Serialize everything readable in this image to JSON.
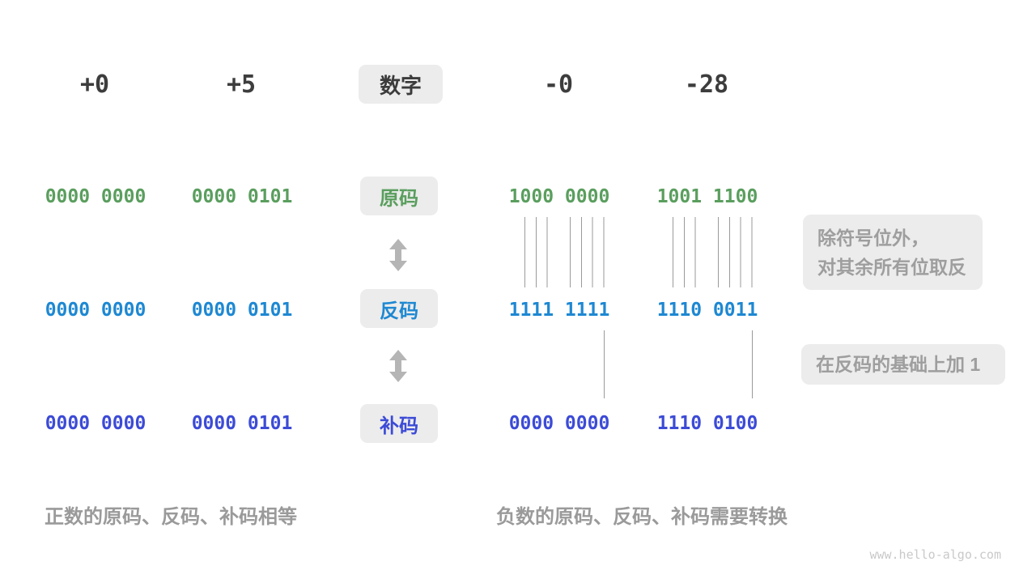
{
  "header": {
    "label": "数字",
    "numbers": [
      "+0",
      "+5",
      "-0",
      "-28"
    ]
  },
  "rows": {
    "origin": {
      "label": "原码",
      "values": [
        "0000 0000",
        "0000 0101",
        "1000 0000",
        "1001 1100"
      ]
    },
    "ones": {
      "label": "反码",
      "values": [
        "0000 0000",
        "0000 0101",
        "1111 1111",
        "1110 0011"
      ]
    },
    "twos": {
      "label": "补码",
      "values": [
        "0000 0000",
        "0000 0101",
        "0000 0000",
        "1110 0100"
      ]
    }
  },
  "annotations": {
    "invert": {
      "line1": "除符号位外，",
      "line2": "对其余所有位取反"
    },
    "add_one": {
      "text": "在反码的基础上加 1"
    }
  },
  "captions": {
    "positive": "正数的原码、反码、补码相等",
    "negative": "负数的原码、反码、补码需要转换"
  },
  "watermark": "www.hello-algo.com",
  "colors": {
    "origin": "#5a9e5e",
    "ones": "#1e88d2",
    "twos": "#3c4bd6",
    "box_bg": "#ececec",
    "note_text": "#9e9e9e",
    "dark_text": "#3d3d3d",
    "guide_line": "#9a9a9a",
    "arrow": "#b5b5b5",
    "watermark": "#c9c9c9"
  }
}
